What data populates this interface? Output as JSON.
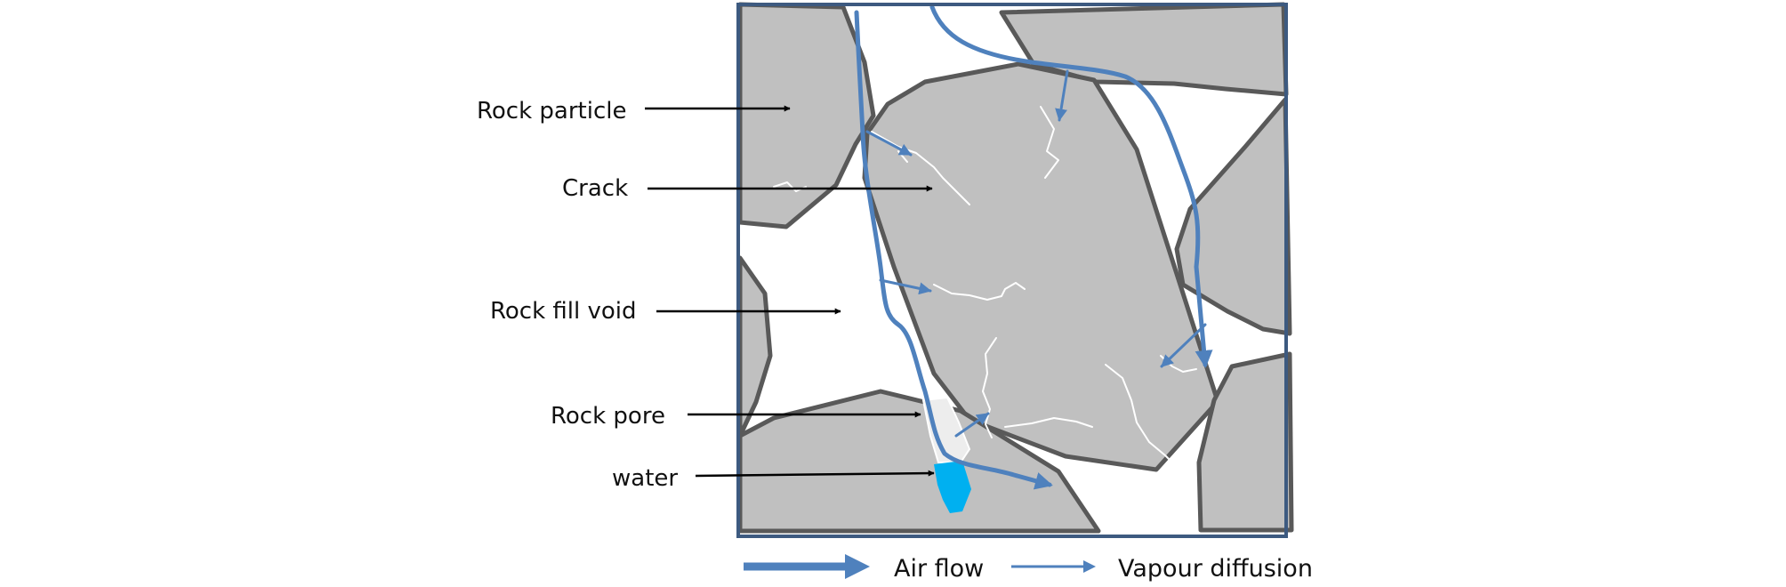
{
  "labels": {
    "rock_particle": "Rock particle",
    "crack": "Crack",
    "rock_fill_void": "Rock fill void",
    "rock_pore": "Rock pore",
    "water": "water"
  },
  "legend": {
    "air_flow": "Air flow",
    "vapour_diffusion": "Vapour diffusion"
  },
  "colors": {
    "rock_fill": "#c0c0c0",
    "rock_outline": "#595959",
    "air_flow": "#4f81bd",
    "water": "#00b0f0",
    "crack": "#ffffff",
    "frame": "#3d5a80"
  }
}
